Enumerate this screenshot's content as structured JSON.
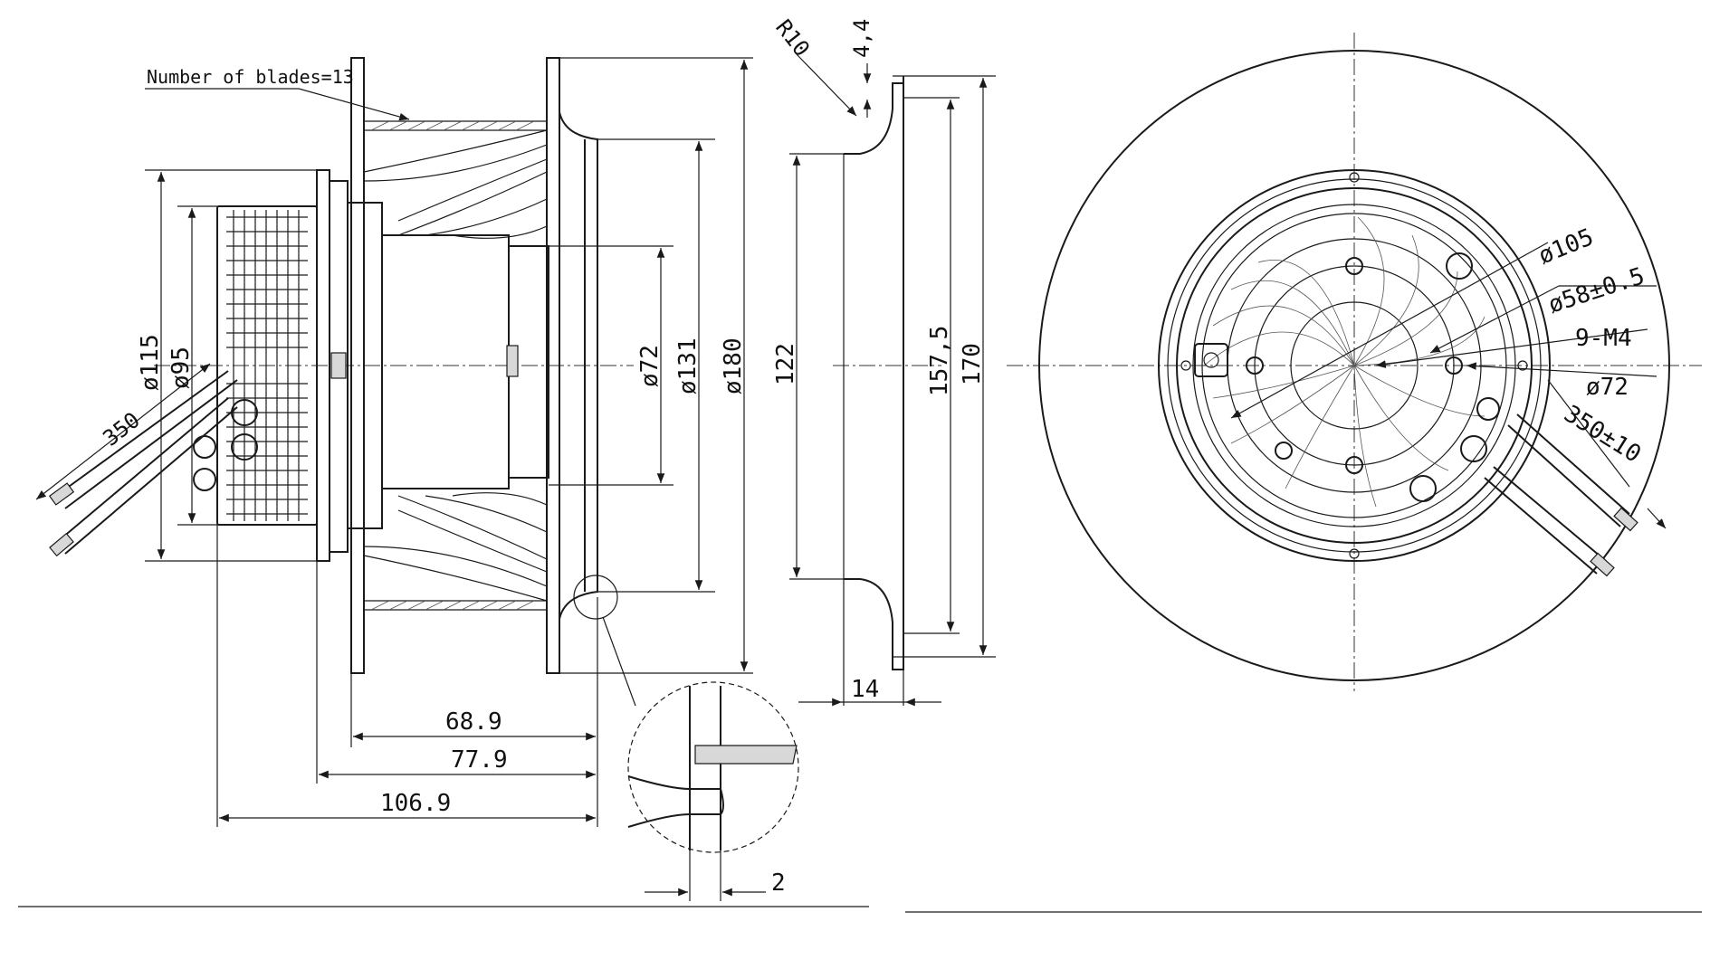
{
  "labels": {
    "blades_note": "Number of blades=13",
    "dim_350": "350",
    "dim_d115": "ø115",
    "dim_d95": "ø95",
    "dim_d72": "ø72",
    "dim_d131": "ø131",
    "dim_d180": "ø180",
    "dim_r10": "R10",
    "dim_4_4": "4,4",
    "dim_122": "122",
    "dim_157_5": "157,5",
    "dim_170": "170",
    "dim_14": "14",
    "dim_68_9": "68.9",
    "dim_77_9": "77.9",
    "dim_106_9": "106.9",
    "dim_2": "2",
    "front_d105": "ø105",
    "front_d58": "ø58±0.5",
    "front_9m4": "9-M4",
    "front_d72": "ø72",
    "front_350": "350±10"
  }
}
